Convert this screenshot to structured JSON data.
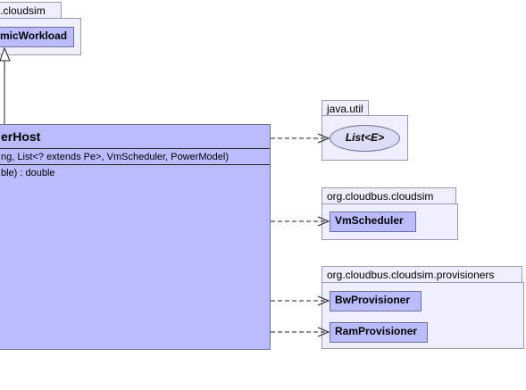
{
  "top_package": {
    "label": ".cloudsim",
    "class_name": "micWorkload"
  },
  "main_class": {
    "title": "erHost",
    "constructor": "ng, List<? extends Pe>, VmScheduler, PowerModel)",
    "method": "ble) : double"
  },
  "packages": [
    {
      "label": "java.util",
      "element": "List<E>",
      "kind": "interface"
    },
    {
      "label": "org.cloudbus.cloudsim",
      "element": "VmScheduler",
      "kind": "class"
    },
    {
      "label": "org.cloudbus.cloudsim.provisioners",
      "elements": [
        "BwProvisioner",
        "RamProvisioner"
      ],
      "kind": "class"
    }
  ],
  "colors": {
    "package_fill": "#eeeeff",
    "class_fill": "#bbbbff",
    "interface_fill": "#ddddf5",
    "border": "#6f6f9a"
  }
}
